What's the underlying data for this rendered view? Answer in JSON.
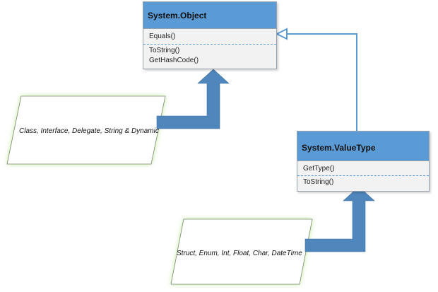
{
  "object_class": {
    "name": "System.Object",
    "members_top": [
      "Equals()"
    ],
    "members_bottom": [
      "ToString()",
      "GetHashCode()"
    ]
  },
  "valuetype_class": {
    "name": "System.ValueType",
    "members_top": [
      "GetType()"
    ],
    "members_bottom": [
      "ToString()"
    ]
  },
  "reference_types_note": "Class, Interface, Delegate, String & Dynamic",
  "value_types_note": "Struct, Enum, Int, Float, Char, DateTime",
  "colors": {
    "header_fill": "#5b9bd5",
    "arrow_fill": "#4f87bd",
    "glow": "#b6e38a",
    "inheritance_line": "#5b9bd5"
  }
}
